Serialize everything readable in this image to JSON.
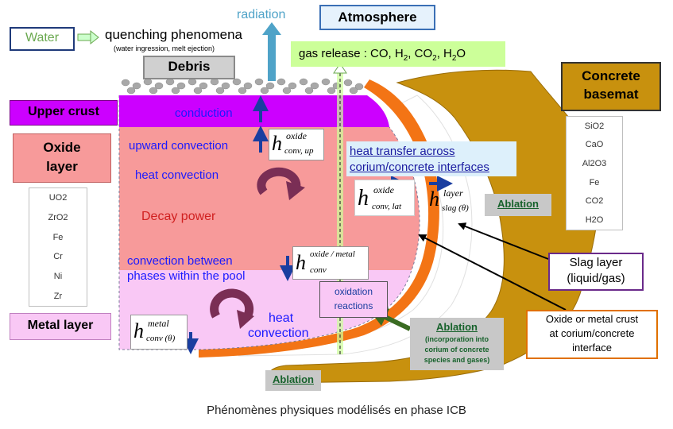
{
  "labels": {
    "water": "Water",
    "quenching": "quenching phenomena",
    "quenching_sub": "(water ingression, melt ejection)",
    "radiation": "radiation",
    "atmosphere": "Atmosphere",
    "debris": "Debris",
    "gas_release": "gas release : CO, H",
    "gas_sub1": "2",
    "gas_co2": ", CO",
    "gas_sub2": "2",
    "gas_h2o": ", H",
    "gas_sub3": "2",
    "gas_o": "O",
    "concrete_basemat_1": "Concrete",
    "concrete_basemat_2": "basemat",
    "upper_crust": "Upper crust",
    "oxide_layer_1": "Oxide",
    "oxide_layer_2": "layer",
    "metal_layer": "Metal layer",
    "conduction": "conduction",
    "upward_convection": "upward convection",
    "heat_convection_top": "heat convection",
    "decay_power": "Decay power",
    "convection_between_1": "convection between",
    "convection_between_2": "phases within the pool",
    "heat_convection_bottom_1": "heat",
    "heat_convection_bottom_2": "convection",
    "heat_transfer_1": "heat transfer across",
    "heat_transfer_2": "corium/concrete interfaces",
    "oxidation_1": "oxidation",
    "oxidation_2": "reactions",
    "ablation_right": "Ablation",
    "ablation_mid": "Ablation",
    "ablation_mid_sub1": "(incorporation into",
    "ablation_mid_sub2": "corium of concrete",
    "ablation_mid_sub3": "species and gases)",
    "ablation_bottom": "Ablation",
    "slag_layer_1": "Slag layer",
    "slag_layer_2": "(liquid/gas)",
    "crust_interface_1": "Oxide or metal crust",
    "crust_interface_2": "at corium/concrete",
    "crust_interface_3": "interface",
    "caption": "Phénomènes physiques modélisés en phase ICB"
  },
  "math": {
    "h_letter": "h",
    "oxide_up_sup": "oxide",
    "oxide_up_sub": "conv, up",
    "oxide_lat_sup": "oxide",
    "oxide_lat_sub": "conv, lat",
    "slag_sup": "layer",
    "slag_sub": "slag (θ)",
    "oxide_metal_sup": "oxide / metal",
    "oxide_metal_sub": "conv",
    "metal_sup": "metal",
    "metal_sub": "conv (θ)"
  },
  "oxide_components": [
    "UO2",
    "ZrO2",
    "Fe",
    "Cr",
    "Ni",
    "Zr"
  ],
  "concrete_components": [
    "SiO2",
    "CaO",
    "Al2O3",
    "Fe",
    "CO2",
    "H2O"
  ],
  "colors": {
    "upper_crust": "#cc00ff",
    "oxide_layer": "#f79a9a",
    "metal_layer": "#f9c8f5",
    "concrete": "#c8910e",
    "crust_orange": "#f37415",
    "label_text_blue": "#1a1aff",
    "arrow_blue": "#1a3ea0",
    "swirl": "#7a2e55",
    "ablation_box": "#c8c8c8",
    "ablation_text": "#17622c",
    "gas_box": "#ccff99",
    "atmosphere_box": "#e6f2fc",
    "radiation_arrow": "#4fa3c8"
  }
}
